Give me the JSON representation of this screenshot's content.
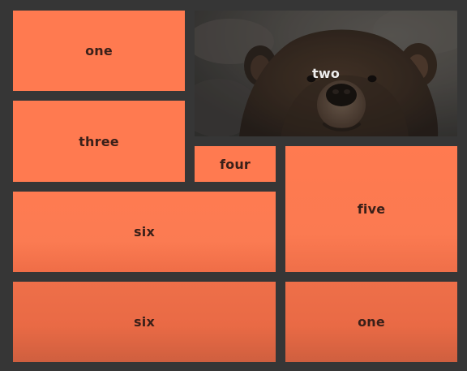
{
  "tiles": [
    {
      "label": "one"
    },
    {
      "label": "two"
    },
    {
      "label": "three"
    },
    {
      "label": "four"
    },
    {
      "label": "five"
    },
    {
      "label": "six"
    },
    {
      "label": "six"
    },
    {
      "label": "one"
    }
  ],
  "icons": {
    "bear_image": "bear-photo-icon"
  },
  "colors": {
    "background": "#363636",
    "tile_orange": "#ff7a50",
    "tile_text": "#3a2019",
    "bear_text": "#ececec"
  }
}
